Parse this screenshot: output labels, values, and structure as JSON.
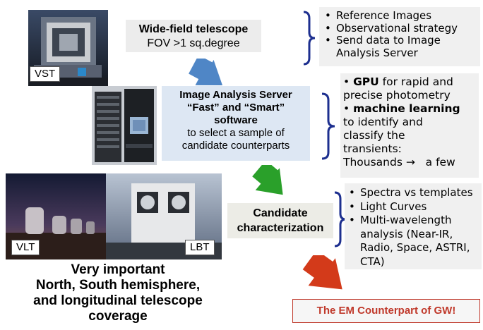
{
  "telescope_box": {
    "title": "Wide-field telescope",
    "subtitle": "FOV >1 sq.degree"
  },
  "telescope_notes": [
    "Reference Images",
    "Observational strategy",
    "Send data to Image Analysis Server"
  ],
  "photo_labels": {
    "vst": "VST",
    "vlt": "VLT",
    "lbt": "LBT"
  },
  "server_box": {
    "title_line1": "Image Analysis Server",
    "title_line2": "“Fast” and “Smart”",
    "title_line3": "software",
    "body_line1": "to select a sample of",
    "body_line2": "candidate counterparts"
  },
  "server_notes": {
    "gpu_bold": "GPU",
    "gpu_rest": " for rapid and",
    "gpu_line2": "precise photometry",
    "ml_bold": "machine learning",
    "ml_line2": "to  identify and",
    "ml_line3": "classify the",
    "ml_line4": "transients:",
    "ml_line5_a": "Thousands",
    "ml_line5_arrow": "→",
    "ml_line5_b": "a few"
  },
  "characterization_box": {
    "line1": "Candidate",
    "line2": "characterization"
  },
  "characterization_notes": [
    "Spectra vs templates",
    "Light Curves",
    "Multi-wavelength analysis (Near-IR, Radio, Space, ASTRI, CTA)"
  ],
  "result_box": {
    "text": "The EM Counterpart of GW!"
  },
  "coverage_text": {
    "line1": "Very important",
    "line2": "North, South hemisphere,",
    "line3": "and longitudinal  telescope",
    "line4": "coverage"
  },
  "colors": {
    "blue_arrow": "#4f86c6",
    "green_arrow": "#2aa02a",
    "red_arrow": "#d33a1a",
    "bracket": "#1d2f8f",
    "box_blue": "#dde7f3",
    "box_gray": "#ecece6",
    "result_text": "#c0392b"
  }
}
